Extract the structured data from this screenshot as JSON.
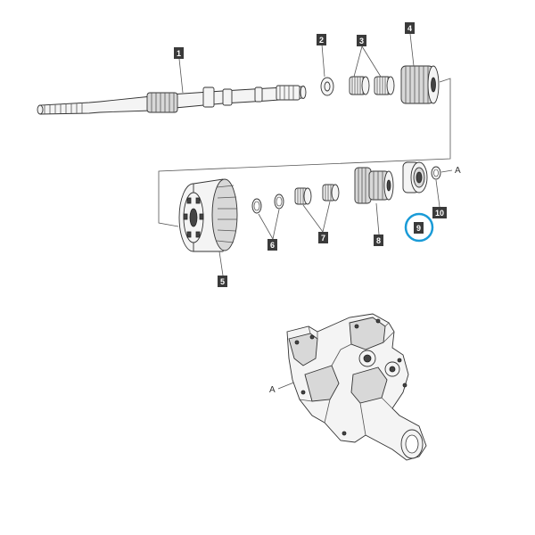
{
  "callouts": {
    "c1": "1",
    "c2": "2",
    "c3": "3",
    "c4": "4",
    "c5": "5",
    "c6": "6",
    "c7": "7",
    "c8": "8",
    "c9": "9",
    "c10": "10"
  },
  "references": {
    "ref_a_top": "A",
    "ref_a_housing": "A"
  },
  "colors": {
    "highlight": "#1a9bd7"
  }
}
